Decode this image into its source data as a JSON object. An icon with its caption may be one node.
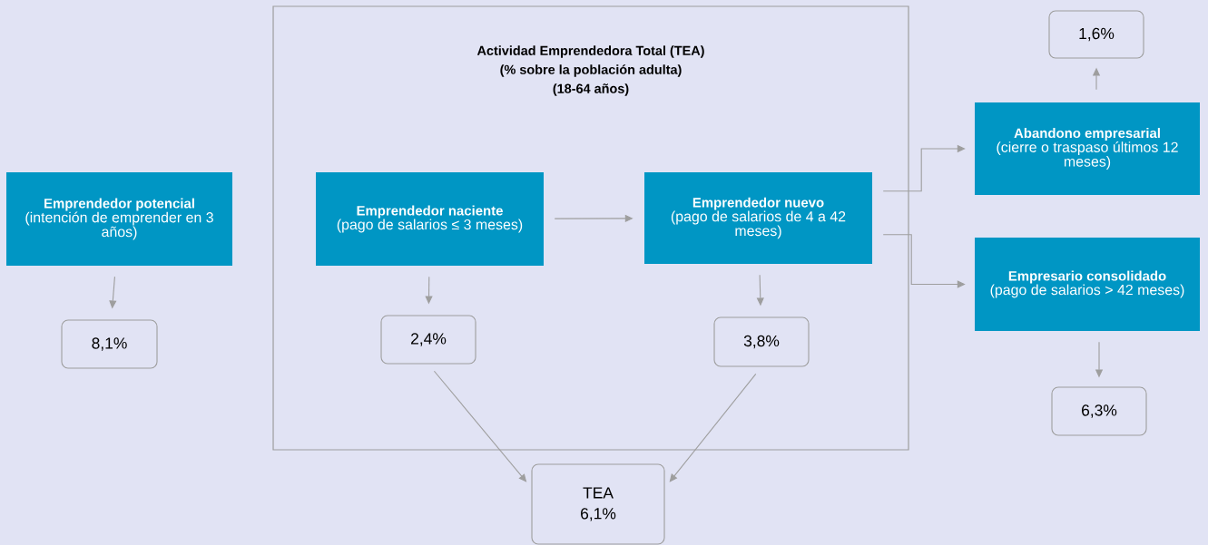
{
  "diagram": {
    "nodes": [
      {
        "text": [
          "Actividad Emprendedora Total (TEA)",
          "(% sobre la población adulta)",
          "(18-64 años)"
        ]
      },
      {
        "text": [
          "Emprendedor potencial",
          "(intención de emprender en 3 años)"
        ]
      },
      {
        "text": [
          "8,1%"
        ]
      },
      {
        "text": [
          "Emprendedor naciente",
          "(pago de salarios ≤ 3 meses)"
        ],
        "in": 0
      },
      {
        "text": [
          "2,4%"
        ],
        "in": 0
      },
      {
        "text": [
          "Emprendedor nuevo",
          "(pago de salarios  de 4 a 42 meses)"
        ],
        "in": 0
      },
      {
        "text": [
          "3,8%"
        ],
        "in": 0
      },
      {
        "text": [
          "Abandono empresarial",
          "(cierre o traspaso últimos 12 meses)"
        ]
      },
      {
        "text": [
          "1,6%"
        ]
      },
      {
        "text": [
          "Empresario consolidado",
          "(pago de salarios > 42 meses)"
        ]
      },
      {
        "text": [
          "6,3%"
        ]
      },
      {
        "text": [
          "TEA",
          "6,1%"
        ]
      }
    ],
    "edges": [
      {
        "from": 1,
        "to": 2,
        "arrow": "to"
      },
      {
        "from": 3,
        "to": 5,
        "arrow": "to"
      },
      {
        "from": 3,
        "to": 4,
        "arrow": "to"
      },
      {
        "from": 5,
        "to": 6,
        "arrow": "to"
      },
      {
        "from": 5,
        "to": 7,
        "arrow": "to"
      },
      {
        "from": 5,
        "to": 9,
        "arrow": "to"
      },
      {
        "from": 7,
        "to": 8,
        "arrow": "to"
      },
      {
        "from": 9,
        "to": 10,
        "arrow": "to"
      },
      {
        "from": 4,
        "to": 11,
        "arrow": "to"
      },
      {
        "from": 6,
        "to": 11,
        "arrow": "to"
      }
    ]
  }
}
